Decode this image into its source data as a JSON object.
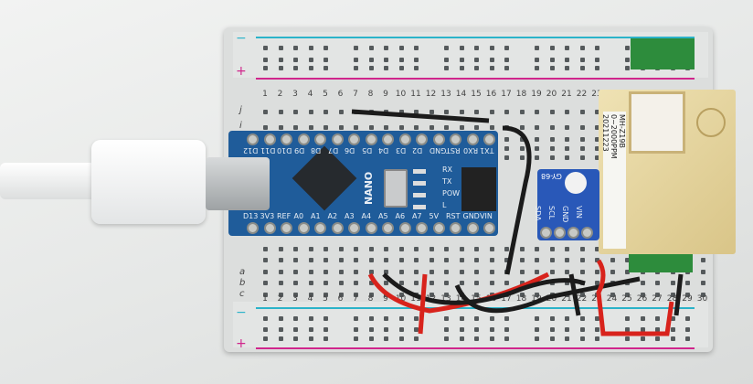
{
  "scene": "breadboard-arduino-co2-sensor",
  "breadboard": {
    "columns": [
      "1",
      "2",
      "3",
      "4",
      "5",
      "6",
      "7",
      "8",
      "9",
      "10",
      "11",
      "12",
      "13",
      "14",
      "15",
      "16",
      "17",
      "18",
      "19",
      "20",
      "21",
      "22",
      "23",
      "24",
      "25",
      "26",
      "27",
      "28",
      "29",
      "30"
    ],
    "top_rows": [
      "j",
      "i"
    ],
    "bottom_rows": [
      "a",
      "b",
      "c"
    ],
    "rail_minus": "−",
    "rail_plus": "+",
    "rail_colors": {
      "minus": "#2bb3c9",
      "plus": "#d0268c"
    }
  },
  "nano": {
    "label": "NANO",
    "top_pins": [
      "D12",
      "D11",
      "D10",
      "D9",
      "D8",
      "D7",
      "D6",
      "D5",
      "D4",
      "D3",
      "D2",
      "GND",
      "RST",
      "RX0",
      "TX1"
    ],
    "bottom_pins": [
      "D13",
      "3V3",
      "REF",
      "A0",
      "A1",
      "A2",
      "A3",
      "A4",
      "A5",
      "A6",
      "A7",
      "5V",
      "RST",
      "GND",
      "VIN"
    ],
    "leds": [
      "RX",
      "TX",
      "POW",
      "L"
    ],
    "color": "#1f5c9a"
  },
  "gy68": {
    "label": "GY-68",
    "pins": [
      "SDA",
      "SCL",
      "GND",
      "VIN"
    ]
  },
  "mhz19b": {
    "label": "MH-Z19B",
    "line2": "0~2000PPM",
    "line3": "20211223"
  }
}
